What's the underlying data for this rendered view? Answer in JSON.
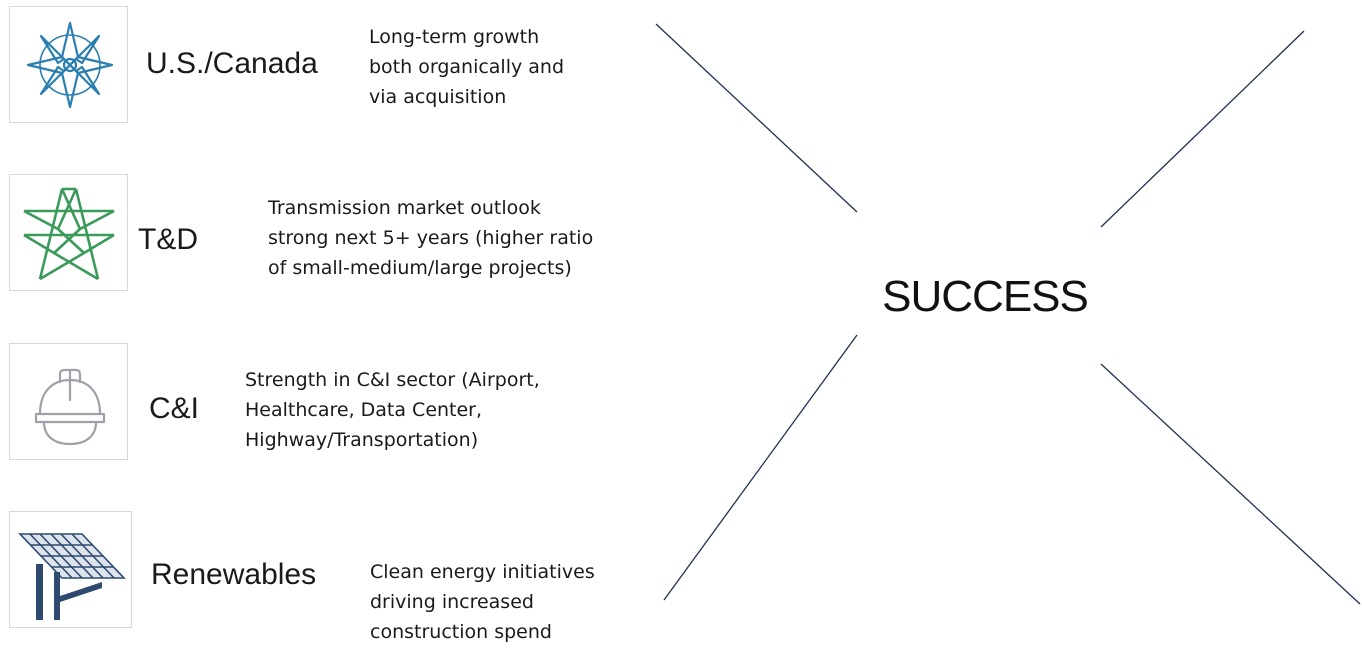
{
  "colors": {
    "compass": "#2a7fb0",
    "tower": "#3a9a5a",
    "helmet": "#a0a0aa",
    "solar": "#2e4a6e",
    "lines": "#1f3050"
  },
  "rows": [
    {
      "icon": "compass-icon",
      "label": "U.S./Canada",
      "desc": [
        "Long-term growth",
        "both organically and",
        "via acquisition"
      ]
    },
    {
      "icon": "transmission-tower-icon",
      "label": "T&D",
      "desc": [
        "Transmission market outlook",
        "strong next 5+ years (higher ratio",
        "of small-medium/large projects)"
      ]
    },
    {
      "icon": "hard-hat-icon",
      "label": "C&I",
      "desc": [
        "Strength in C&I sector (Airport,",
        "Healthcare, Data Center,",
        "Highway/Transportation)"
      ]
    },
    {
      "icon": "solar-panel-icon",
      "label": "Renewables",
      "desc": [
        "Clean energy initiatives",
        "driving increased",
        "construction spend"
      ]
    }
  ],
  "center": {
    "text": "SUCCESS"
  }
}
